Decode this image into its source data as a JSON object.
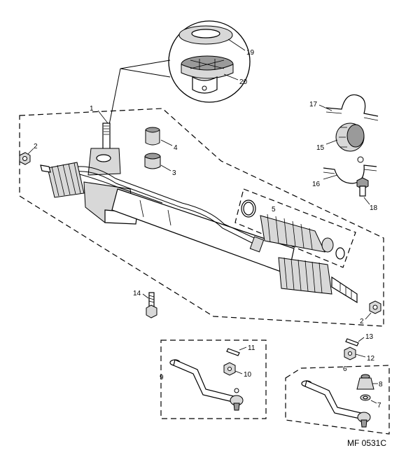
{
  "diagram": {
    "callouts": {
      "c1": "1",
      "c2a": "2",
      "c2b": "2",
      "c3": "3",
      "c4": "4",
      "c5": "5",
      "c6": "6",
      "c7": "7",
      "c8": "8",
      "c9": "9",
      "c10": "10",
      "c11": "11",
      "c12": "12",
      "c13": "13",
      "c14": "14",
      "c15": "15",
      "c16": "16",
      "c17": "17",
      "c18": "18",
      "c19": "19",
      "c20": "20"
    },
    "reference_code": "MF 0531C"
  }
}
